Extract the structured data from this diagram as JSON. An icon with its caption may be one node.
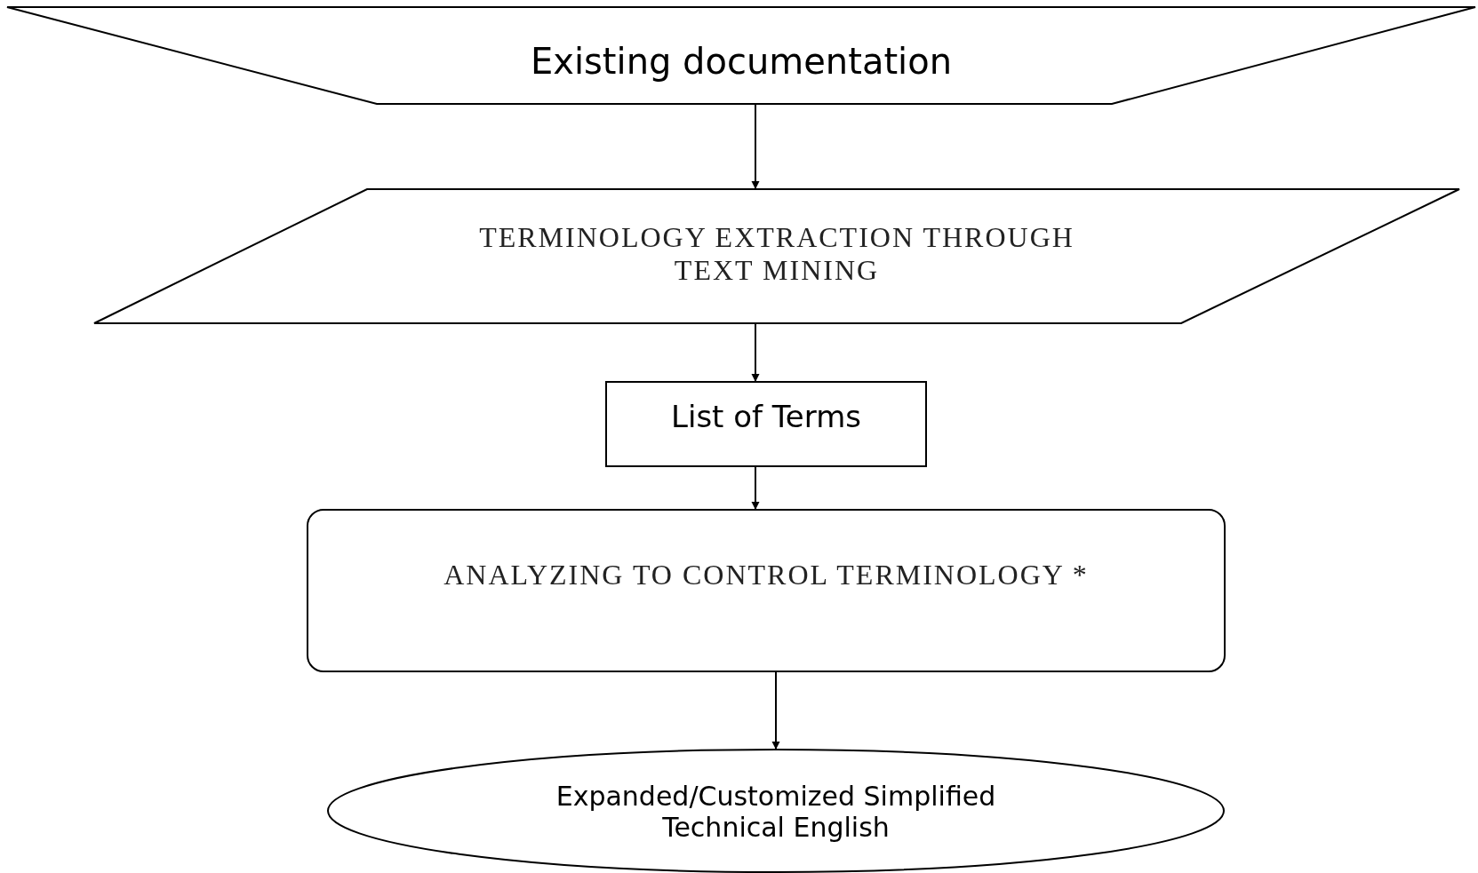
{
  "diagram": {
    "nodes": [
      {
        "text": [
          "Existing documentation"
        ]
      },
      {
        "text": [
          "TERMINOLOGY EXTRACTION THROUGH TEXT MINING"
        ]
      },
      {
        "text": [
          "List of Terms"
        ]
      },
      {
        "text": [
          "ANALYZING TO CONTROL TERMINOLOGY *"
        ]
      },
      {
        "text": [
          "Expanded/Customized Simplified Technical English"
        ]
      }
    ],
    "edges": [
      {
        "from": 0,
        "to": 1,
        "arrow": "to"
      },
      {
        "from": 1,
        "to": 2,
        "arrow": "to"
      },
      {
        "from": 2,
        "to": 3,
        "arrow": "to"
      },
      {
        "from": 3,
        "to": 4,
        "arrow": "to"
      }
    ]
  }
}
